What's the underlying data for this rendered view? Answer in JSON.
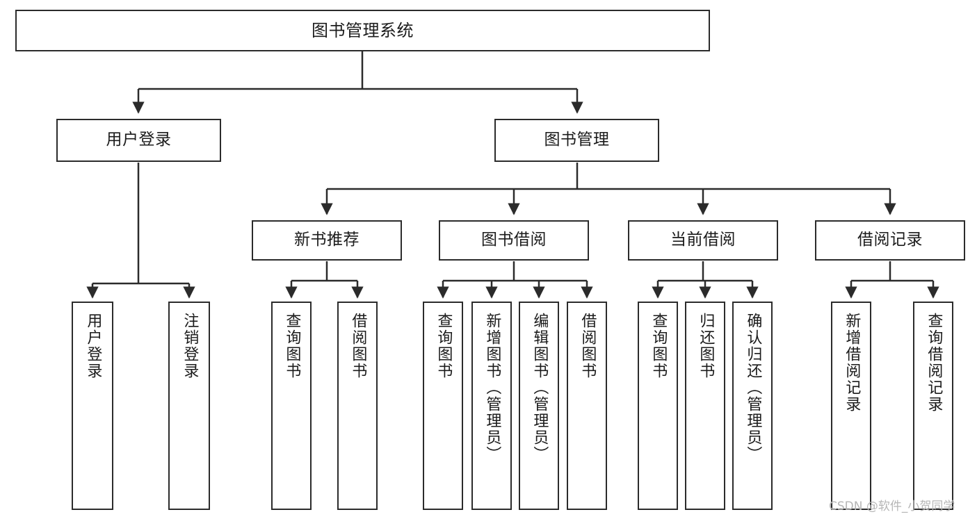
{
  "diagram": {
    "title": "图书管理系统",
    "type": "tree",
    "orientation": "top-down",
    "colors": {
      "box_border": "#2b2b2b",
      "box_fill": "#ffffff",
      "edge": "#2b2b2b",
      "text": "#1b1b1b",
      "watermark": "#b6b6b6",
      "background": "#ffffff"
    }
  },
  "nodes": {
    "root": {
      "label": "图书管理系统",
      "level": 0
    },
    "level1": [
      {
        "id": "user-login",
        "label": "用户登录"
      },
      {
        "id": "book-management",
        "label": "图书管理"
      }
    ],
    "level2": [
      {
        "id": "new-book-recommend",
        "label": "新书推荐",
        "parent": "book-management"
      },
      {
        "id": "book-borrow",
        "label": "图书借阅",
        "parent": "book-management"
      },
      {
        "id": "current-borrow",
        "label": "当前借阅",
        "parent": "book-management"
      },
      {
        "id": "borrow-record",
        "label": "借阅记录",
        "parent": "book-management"
      }
    ],
    "leaves": {
      "user-login": [
        {
          "id": "leaf-user-login",
          "label": "用户登录"
        },
        {
          "id": "leaf-user-logout",
          "label": "注销登录"
        }
      ],
      "new-book-recommend": [
        {
          "id": "leaf-query-book-1",
          "label": "查询图书"
        },
        {
          "id": "leaf-borrow-book-1",
          "label": "借阅图书"
        }
      ],
      "book-borrow": [
        {
          "id": "leaf-query-book-2",
          "label": "查询图书"
        },
        {
          "id": "leaf-add-book",
          "label": "新增图书（管理员）"
        },
        {
          "id": "leaf-edit-book",
          "label": "编辑图书（管理员）"
        },
        {
          "id": "leaf-borrow-book-2",
          "label": "借阅图书"
        }
      ],
      "current-borrow": [
        {
          "id": "leaf-query-book-3",
          "label": "查询图书"
        },
        {
          "id": "leaf-return-book",
          "label": "归还图书"
        },
        {
          "id": "leaf-confirm-return",
          "label": "确认归还（管理员）"
        }
      ],
      "borrow-record": [
        {
          "id": "leaf-add-record",
          "label": "新增借阅记录"
        },
        {
          "id": "leaf-query-record",
          "label": "查询借阅记录"
        }
      ]
    }
  },
  "watermark": {
    "text": "CSDN @软件_小贺同学"
  }
}
